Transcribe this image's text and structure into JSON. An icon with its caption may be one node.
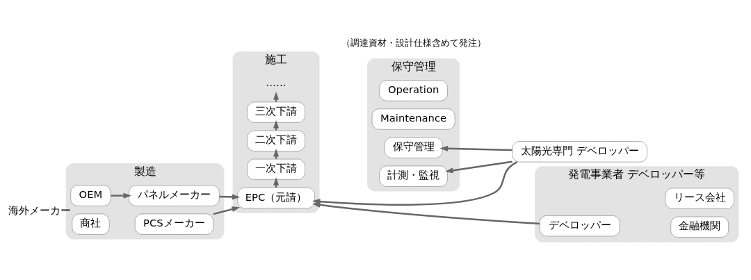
{
  "diagram": {
    "nodes": [
      {
        "text": [
          "製造"
        ]
      },
      {
        "text": [
          "OEM"
        ],
        "in": 0,
        "beside": [
          "海外メーカー"
        ]
      },
      {
        "text": [
          "商社"
        ],
        "in": 0
      },
      {
        "text": [
          "パネルメーカー"
        ],
        "in": 0
      },
      {
        "text": [
          "PCSメーカー"
        ],
        "in": 0
      },
      {
        "text": [
          "施工"
        ]
      },
      {
        "text": [
          "EPC（元請）"
        ],
        "in": 5
      },
      {
        "text": [
          "一次下請"
        ],
        "in": 5
      },
      {
        "text": [
          "二次下請"
        ],
        "in": 5
      },
      {
        "text": [
          "三次下請"
        ],
        "in": 5
      },
      {
        "text": [
          "……"
        ],
        "in": 5
      },
      {
        "text": [
          "保守管理"
        ]
      },
      {
        "text": [
          "Operation"
        ],
        "in": 11
      },
      {
        "text": [
          "Maintenance"
        ],
        "in": 11
      },
      {
        "text": [
          "保守管理"
        ],
        "in": 11
      },
      {
        "text": [
          "計測・監視"
        ],
        "in": 11
      },
      {
        "text": [
          "発電事業者 デベロッパー等"
        ]
      },
      {
        "text": [
          "デベロッパー"
        ],
        "in": 16
      },
      {
        "text": [
          "金融機関"
        ],
        "in": 16
      },
      {
        "text": [
          "リース会社"
        ],
        "in": 16
      },
      {
        "text": [
          "太陽光専門 デベロッパー"
        ]
      }
    ],
    "edges": [
      {
        "from": 1,
        "to": 3,
        "arrow": "to"
      },
      {
        "from": 3,
        "to": 6,
        "arrow": "to"
      },
      {
        "from": 4,
        "to": 6,
        "arrow": "to"
      },
      {
        "from": 6,
        "to": 7,
        "arrow": "to"
      },
      {
        "from": 7,
        "to": 8,
        "arrow": "to"
      },
      {
        "from": 8,
        "to": 9,
        "arrow": "to"
      },
      {
        "from": 9,
        "to": 10,
        "arrow": "to"
      },
      {
        "from": 17,
        "to": 6,
        "arrow": "to"
      },
      {
        "from": 20,
        "to": 6,
        "arrow": "to"
      },
      {
        "from": 20,
        "to": 14,
        "arrow": "to"
      },
      {
        "from": 20,
        "to": 15,
        "arrow": "to"
      }
    ],
    "labels": [
      "（調達資材・設計仕様含めて発注）"
    ]
  }
}
